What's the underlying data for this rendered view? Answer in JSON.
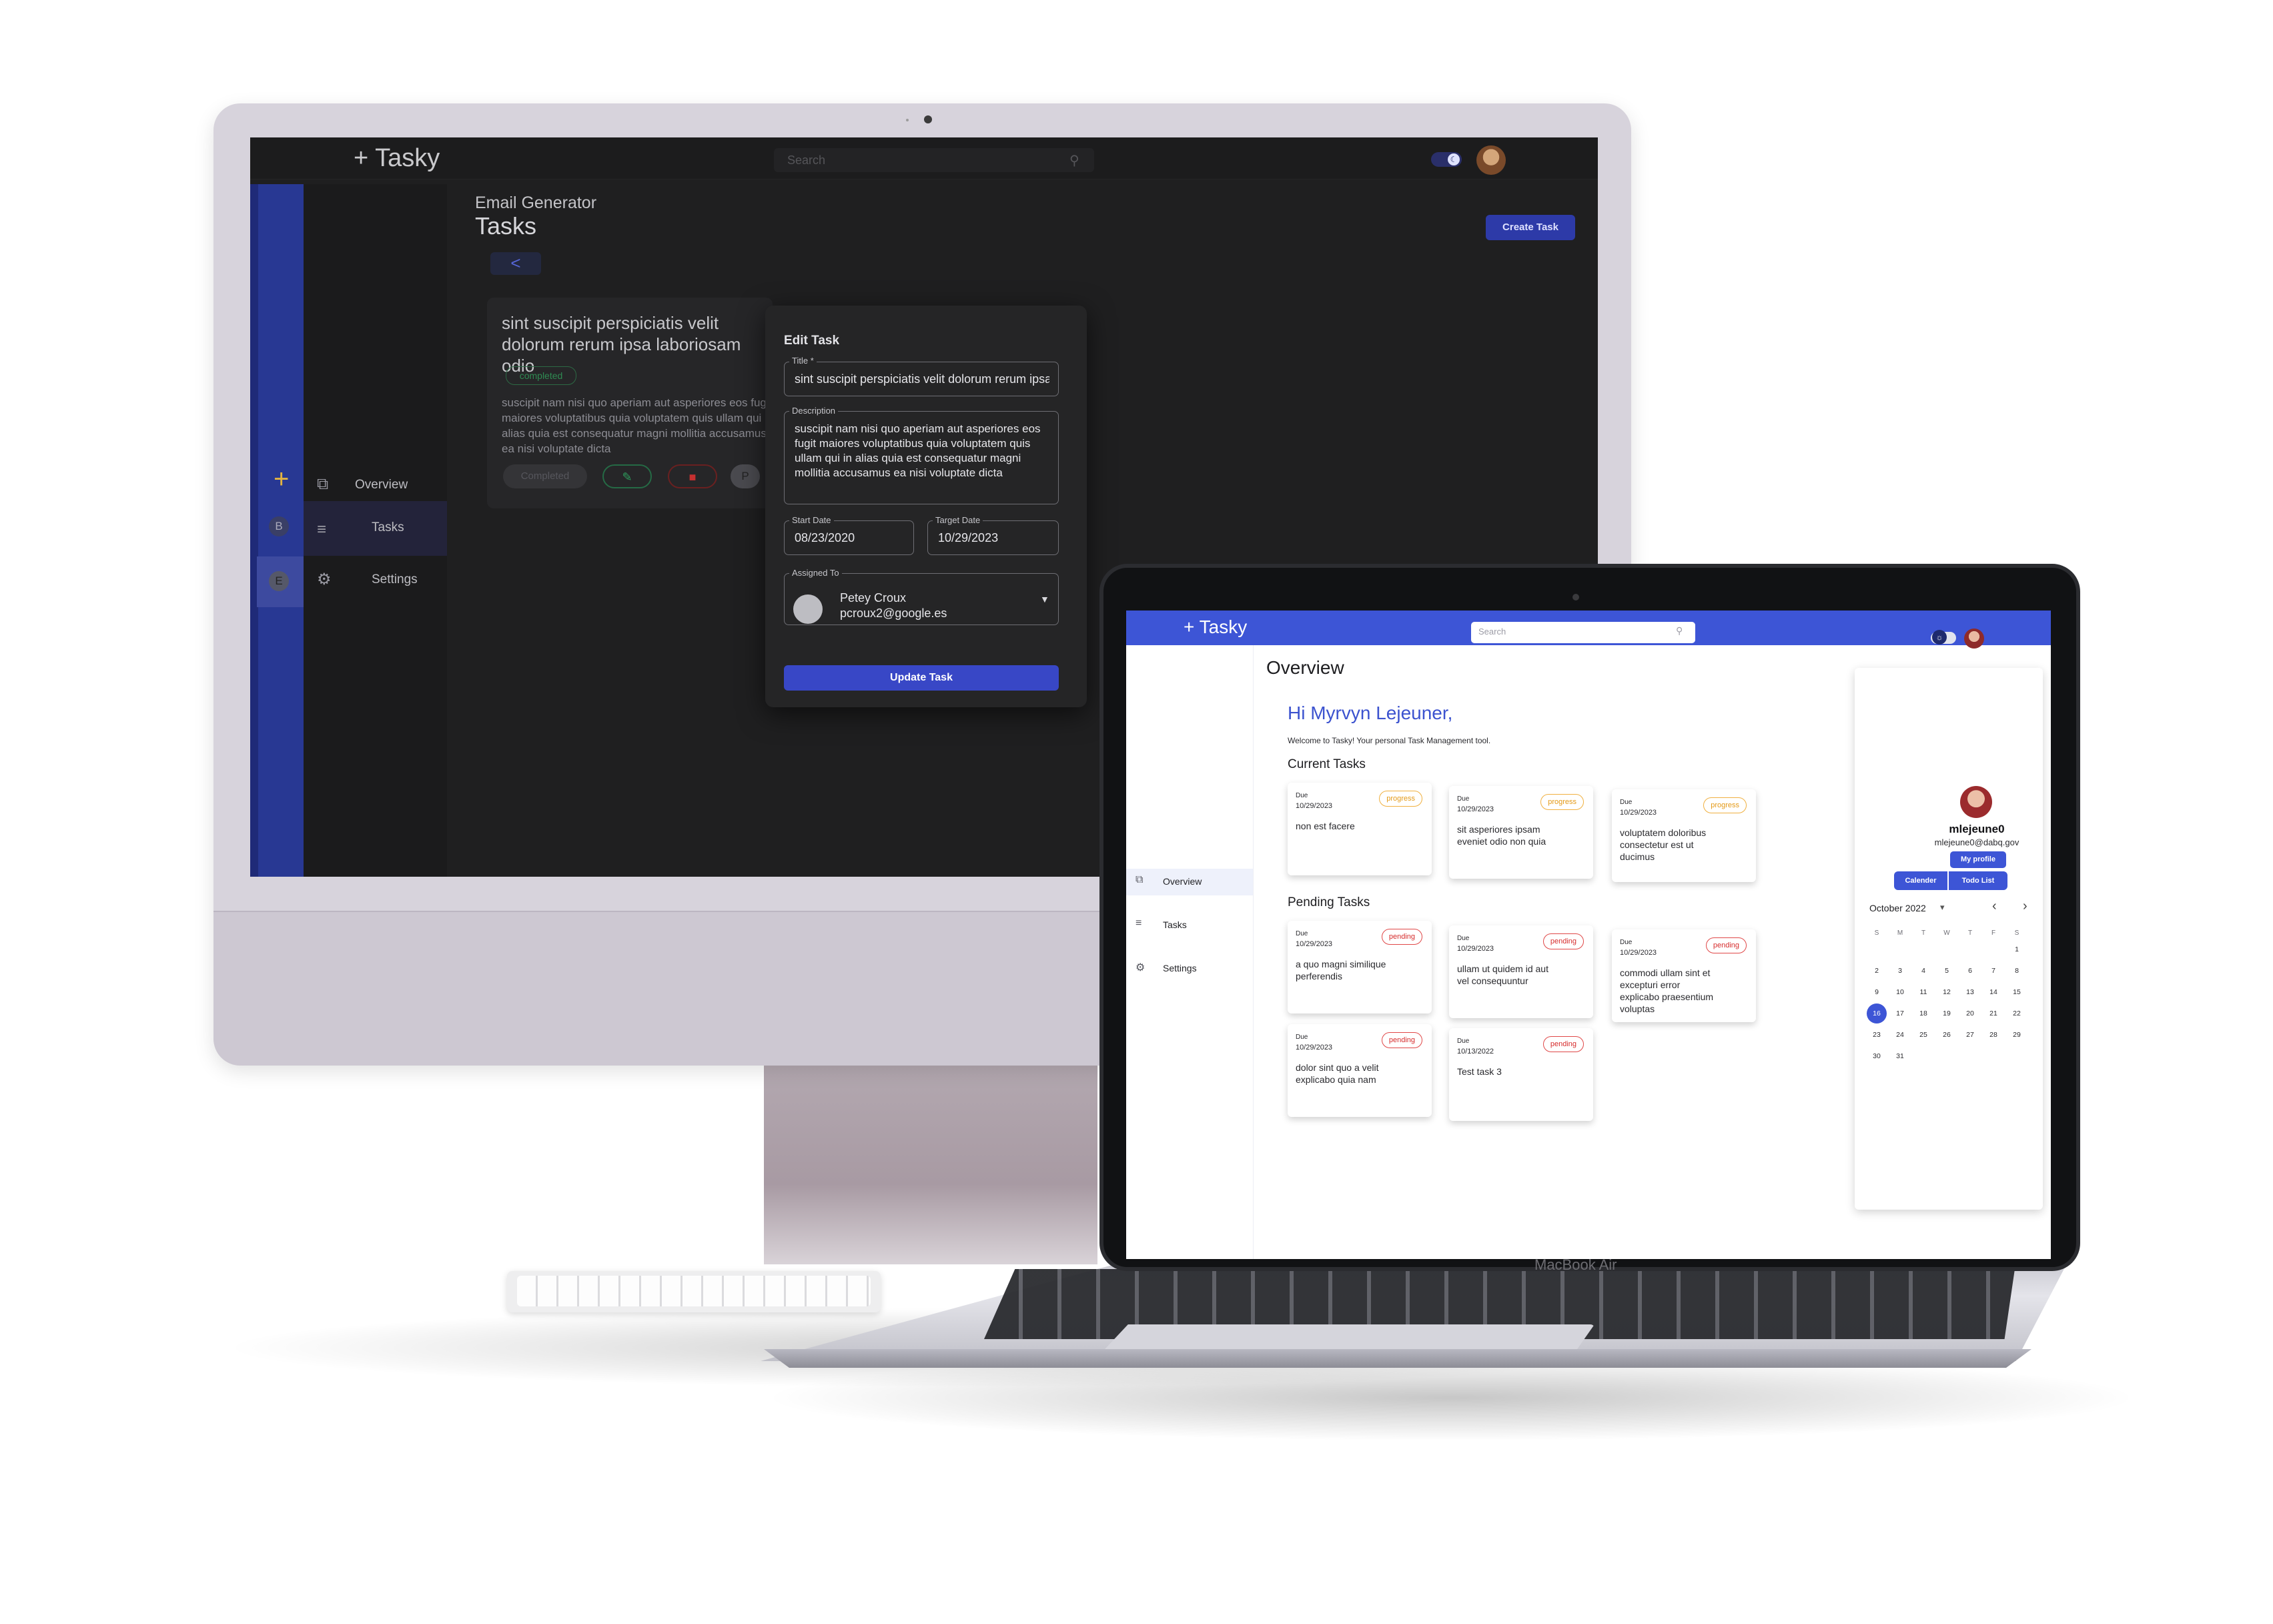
{
  "desktop": {
    "app_name": "+ Tasky",
    "search_placeholder": "Search",
    "rail": {
      "add": "+",
      "badge_b": "B",
      "badge_e": "E"
    },
    "nav": [
      {
        "label": "Overview",
        "icon": "overview-icon"
      },
      {
        "label": "Tasks",
        "icon": "tasks-icon"
      },
      {
        "label": "Settings",
        "icon": "gear-icon"
      }
    ],
    "breadcrumb": "Email Generator",
    "page_title": "Tasks",
    "back_symbol": "<",
    "create_task_label": "Create Task",
    "task_card": {
      "title": "sint suscipit perspiciatis velit dolorum rerum ipsa laboriosam odio",
      "status": "completed",
      "description": "suscipit nam nisi quo aperiam aut asperiores eos fugit maiores voluptatibus quia voluptatem quis ullam qui in alias quia est consequatur magni mollitia accusamus ea nisi voluptate dicta",
      "completed_label": "Completed",
      "avatar_initial": "P"
    },
    "edit_modal": {
      "heading": "Edit Task",
      "title_label": "Title *",
      "title_value": "sint suscipit perspiciatis velit dolorum rerum ipsa laboriosam odio",
      "description_label": "Description",
      "description_value": "suscipit nam nisi quo aperiam aut asperiores eos fugit maiores voluptatibus quia voluptatem quis ullam qui in alias quia est consequatur magni mollitia accusamus ea nisi voluptate dicta",
      "start_date_label": "Start Date",
      "start_date_value": "08/23/2020",
      "target_date_label": "Target Date",
      "target_date_value": "10/29/2023",
      "assigned_label": "Assigned To",
      "assignee_name": "Petey Croux",
      "assignee_email": "pcroux2@google.es",
      "update_label": "Update Task"
    },
    "colors": {
      "accent": "#3847c6",
      "rail": "#283893",
      "completed": "#2f8a52",
      "delete": "#c53030"
    }
  },
  "laptop": {
    "device_label": "MacBook Air",
    "app_name": "+ Tasky",
    "search_placeholder": "Search",
    "nav": [
      {
        "label": "Overview",
        "icon": "overview-icon"
      },
      {
        "label": "Tasks",
        "icon": "tasks-icon"
      },
      {
        "label": "Settings",
        "icon": "gear-icon"
      }
    ],
    "page_title": "Overview",
    "greeting": "Hi Myrvyn Lejeuner,",
    "welcome": "Welcome to Tasky! Your personal Task Management tool.",
    "current_heading": "Current Tasks",
    "pending_heading": "Pending Tasks",
    "due_label": "Due",
    "current_tasks": [
      {
        "date": "10/29/2023",
        "text": "non est facere",
        "status": "progress"
      },
      {
        "date": "10/29/2023",
        "text": "sit asperiores ipsam eveniet odio non quia",
        "status": "progress"
      },
      {
        "date": "10/29/2023",
        "text": "voluptatem doloribus consectetur est ut ducimus",
        "status": "progress"
      }
    ],
    "pending_tasks": [
      {
        "date": "10/29/2023",
        "text": "a quo magni similique perferendis",
        "status": "pending"
      },
      {
        "date": "10/29/2023",
        "text": "ullam ut quidem id aut vel consequuntur",
        "status": "pending"
      },
      {
        "date": "10/29/2023",
        "text": "commodi ullam sint et excepturi error explicabo praesentium voluptas",
        "status": "pending"
      },
      {
        "date": "10/29/2023",
        "text": "dolor sint quo a velit explicabo quia nam",
        "status": "pending"
      },
      {
        "date": "10/13/2022",
        "text": "Test task 3",
        "status": "pending"
      }
    ],
    "profile": {
      "username": "mlejeune0",
      "email": "mlejeune0@dabq.gov",
      "my_profile_label": "My profile",
      "calendar_label": "Calender",
      "todo_label": "Todo List"
    },
    "calendar": {
      "month": "October 2022",
      "weekdays": [
        "S",
        "M",
        "T",
        "W",
        "T",
        "F",
        "S"
      ],
      "first_weekday": 6,
      "days_in_month": 31,
      "selected_day": 16
    },
    "colors": {
      "accent": "#3d55d6",
      "progress": "#e49a17",
      "pending": "#d62c2c"
    }
  }
}
